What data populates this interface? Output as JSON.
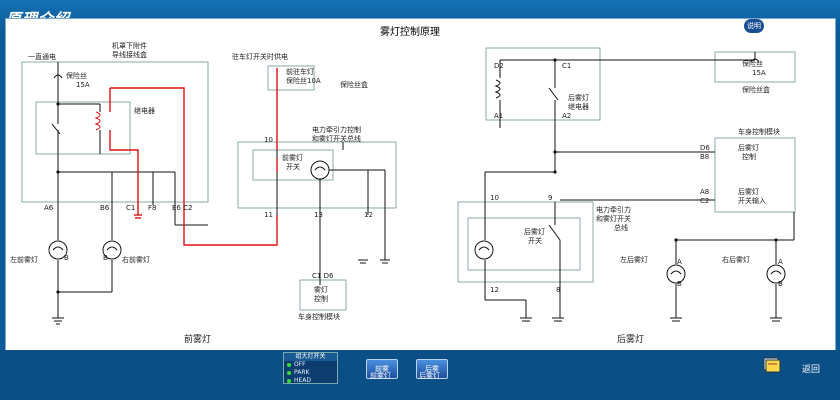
{
  "app": {
    "title": "原理介绍"
  },
  "diagram": {
    "title": "雾灯控制原理",
    "info_button": "说明",
    "front_caption": "前雾灯",
    "rear_caption": "后雾灯",
    "labels": {
      "always_on": "一直通电",
      "engine_fuse_box_l1": "机罩下附件",
      "engine_fuse_box_l2": "导线接线盒",
      "fuse15_l1": "保险丝",
      "fuse15_l2": "15A",
      "relay": "继电器",
      "park_power": "驻车灯开关时供电",
      "front_park_l1": "前驻车灯",
      "front_park_l2": "保险丝10A",
      "fuse_box": "保险丝盒",
      "power_steer_l1": "电力牵引力控制",
      "power_steer_l2": "和雾灯开关总线",
      "front_switch_l1": "前雾灯",
      "front_switch_l2": "开关",
      "fog_l1": "雾灯",
      "fog_l2": "控制",
      "body_module": "车身控制模块",
      "left_front_fog": "左前雾灯",
      "right_front_fog": "右前雾灯",
      "rear_relay_l1": "后雾灯",
      "rear_relay_l2": "继电器",
      "rear_fuse_l1": "保险丝",
      "rear_fuse_l2": "15A",
      "rear_fuse_box": "保险丝盒",
      "bcm_right": "车身控制模块",
      "rear_ctrl_l1": "后雾灯",
      "rear_ctrl_l2": "控制",
      "rear_in_l1": "后雾灯",
      "rear_in_l2": "开关输入",
      "power_steer2_l1": "电力牵引力",
      "power_steer2_l2": "和雾灯开关",
      "power_steer2_l3": "总线",
      "rear_switch_l1": "后雾灯",
      "rear_switch_l2": "开关",
      "left_rear_fog": "左后雾灯",
      "right_rear_fog": "右后雾灯"
    },
    "pins": {
      "a6": "A6",
      "b6": "B6",
      "c1": "C1",
      "f8": "F8",
      "e6c2": "E6 C2",
      "p10": "10",
      "p11": "11",
      "p13": "13",
      "p12": "12",
      "c1d6": "C1 D6",
      "a": "A",
      "b": "B",
      "d2": "D2",
      "c1r": "C1",
      "a1": "A1",
      "a2": "A2",
      "d6": "D6",
      "b8": "B8",
      "a8": "A8",
      "c2": "C2",
      "r10": "10",
      "r9": "9",
      "r12": "12",
      "r8": "8"
    }
  },
  "legend": {
    "header": "组大灯开关",
    "items": [
      {
        "label": "OFF",
        "color": "#33dd33"
      },
      {
        "label": "PARK",
        "color": "#33dd33"
      },
      {
        "label": "HEAD",
        "color": "#33dd33"
      }
    ]
  },
  "nav": {
    "front_button": "前雾",
    "front_caption": "前雾灯",
    "rear_button": "后雾",
    "rear_caption": "后雾灯",
    "exit": "返回"
  },
  "colors": {
    "active_wire": "#dd1111",
    "wire": "#111111"
  }
}
